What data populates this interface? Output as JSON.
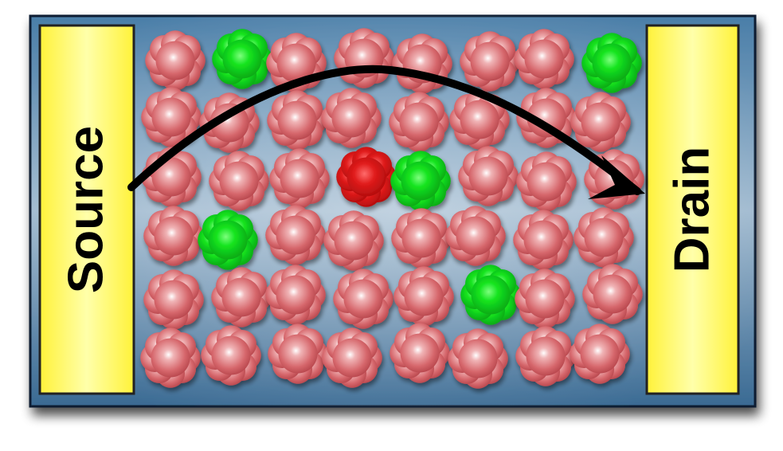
{
  "labels": {
    "source": "Source",
    "drain": "Drain"
  },
  "colors": {
    "substrate": "#3d6f99",
    "electrode": "#ffff1a",
    "particle_normal": "#d9666b",
    "particle_green": "#0fd020",
    "particle_red": "#e01515",
    "arrow": "#000000"
  },
  "lattice": {
    "rows": 6,
    "cols": 8,
    "green_sites": [
      [
        0,
        1
      ],
      [
        0,
        7
      ],
      [
        2,
        4
      ],
      [
        3,
        1
      ],
      [
        4,
        5
      ]
    ],
    "red_sites": [
      [
        2,
        3
      ]
    ]
  },
  "arrow_path": {
    "from": "source",
    "to": "drain"
  }
}
